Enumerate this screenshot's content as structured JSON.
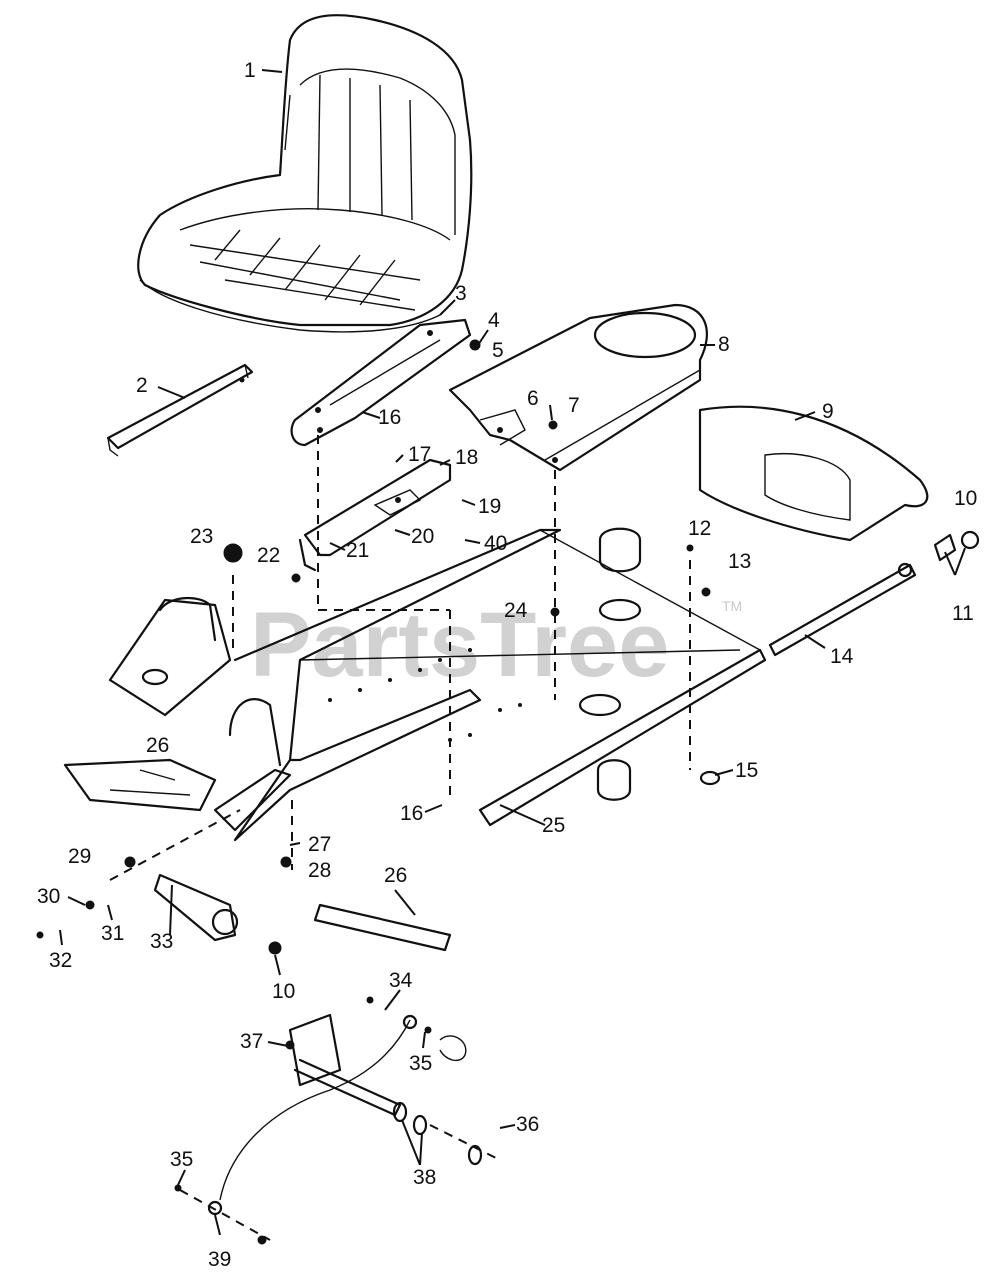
{
  "diagram": {
    "watermark": "PartsTree",
    "trademark": "TM",
    "callouts": [
      "1",
      "2",
      "3",
      "4",
      "5",
      "6",
      "7",
      "8",
      "9",
      "10",
      "11",
      "12",
      "13",
      "14",
      "15",
      "16",
      "17",
      "18",
      "19",
      "20",
      "21",
      "22",
      "23",
      "24",
      "25",
      "26",
      "27",
      "28",
      "29",
      "30",
      "31",
      "32",
      "33",
      "34",
      "35",
      "36",
      "37",
      "38",
      "39",
      "40"
    ]
  }
}
